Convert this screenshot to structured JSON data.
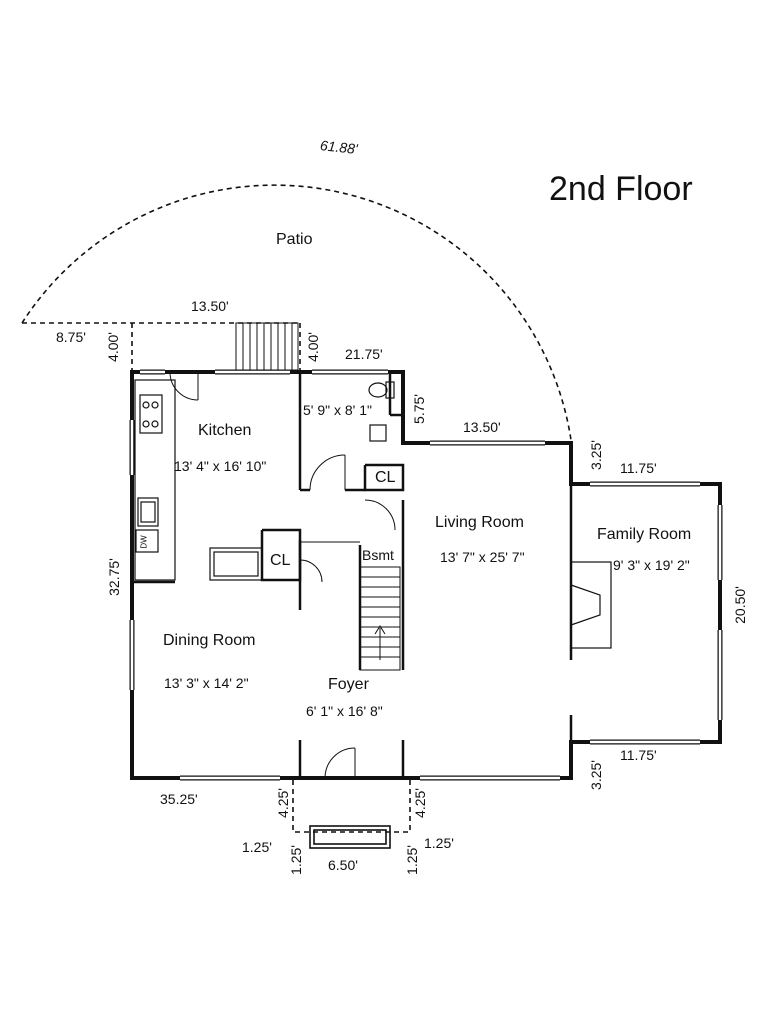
{
  "title": "2nd Floor",
  "patio": {
    "label": "Patio",
    "arc_dim": "61.88'"
  },
  "rooms": {
    "kitchen": {
      "label": "Kitchen",
      "size": "13' 4\" x 16' 10\""
    },
    "bath": {
      "size": "5' 9\" x 8' 1\""
    },
    "cl_upper": {
      "label": "CL"
    },
    "cl_lower": {
      "label": "CL"
    },
    "bsmt": {
      "label": "Bsmt"
    },
    "living": {
      "label": "Living Room",
      "size": "13' 7\" x 25' 7\""
    },
    "family": {
      "label": "Family Room",
      "size": "9' 3\" x 19' 2\""
    },
    "dining": {
      "label": "Dining Room",
      "size": "13' 3\" x 14' 2\""
    },
    "foyer": {
      "label": "Foyer",
      "size": "6' 1\" x 16' 8\""
    },
    "dw": {
      "label": "DW"
    }
  },
  "dimensions": {
    "patio_left": "8.75'",
    "patio_top": "13.50'",
    "left_jog": "4.00'",
    "mid_jog": "4.00'",
    "top_right": "21.75'",
    "bath_jog": "5.75'",
    "living_top": "13.50'",
    "family_jog_top": "3.25'",
    "family_top": "11.75'",
    "left_side": "32.75'",
    "family_side": "20.50'",
    "family_bottom": "11.75'",
    "family_jog_bottom": "3.25'",
    "bottom": "35.25'",
    "porch_left_depth": "4.25'",
    "porch_right_depth": "4.25'",
    "porch_left_side": "1.25'",
    "porch_right_side": "1.25'",
    "porch_left_step": "1.25'",
    "porch_right_step": "1.25'",
    "porch_width": "6.50'"
  }
}
